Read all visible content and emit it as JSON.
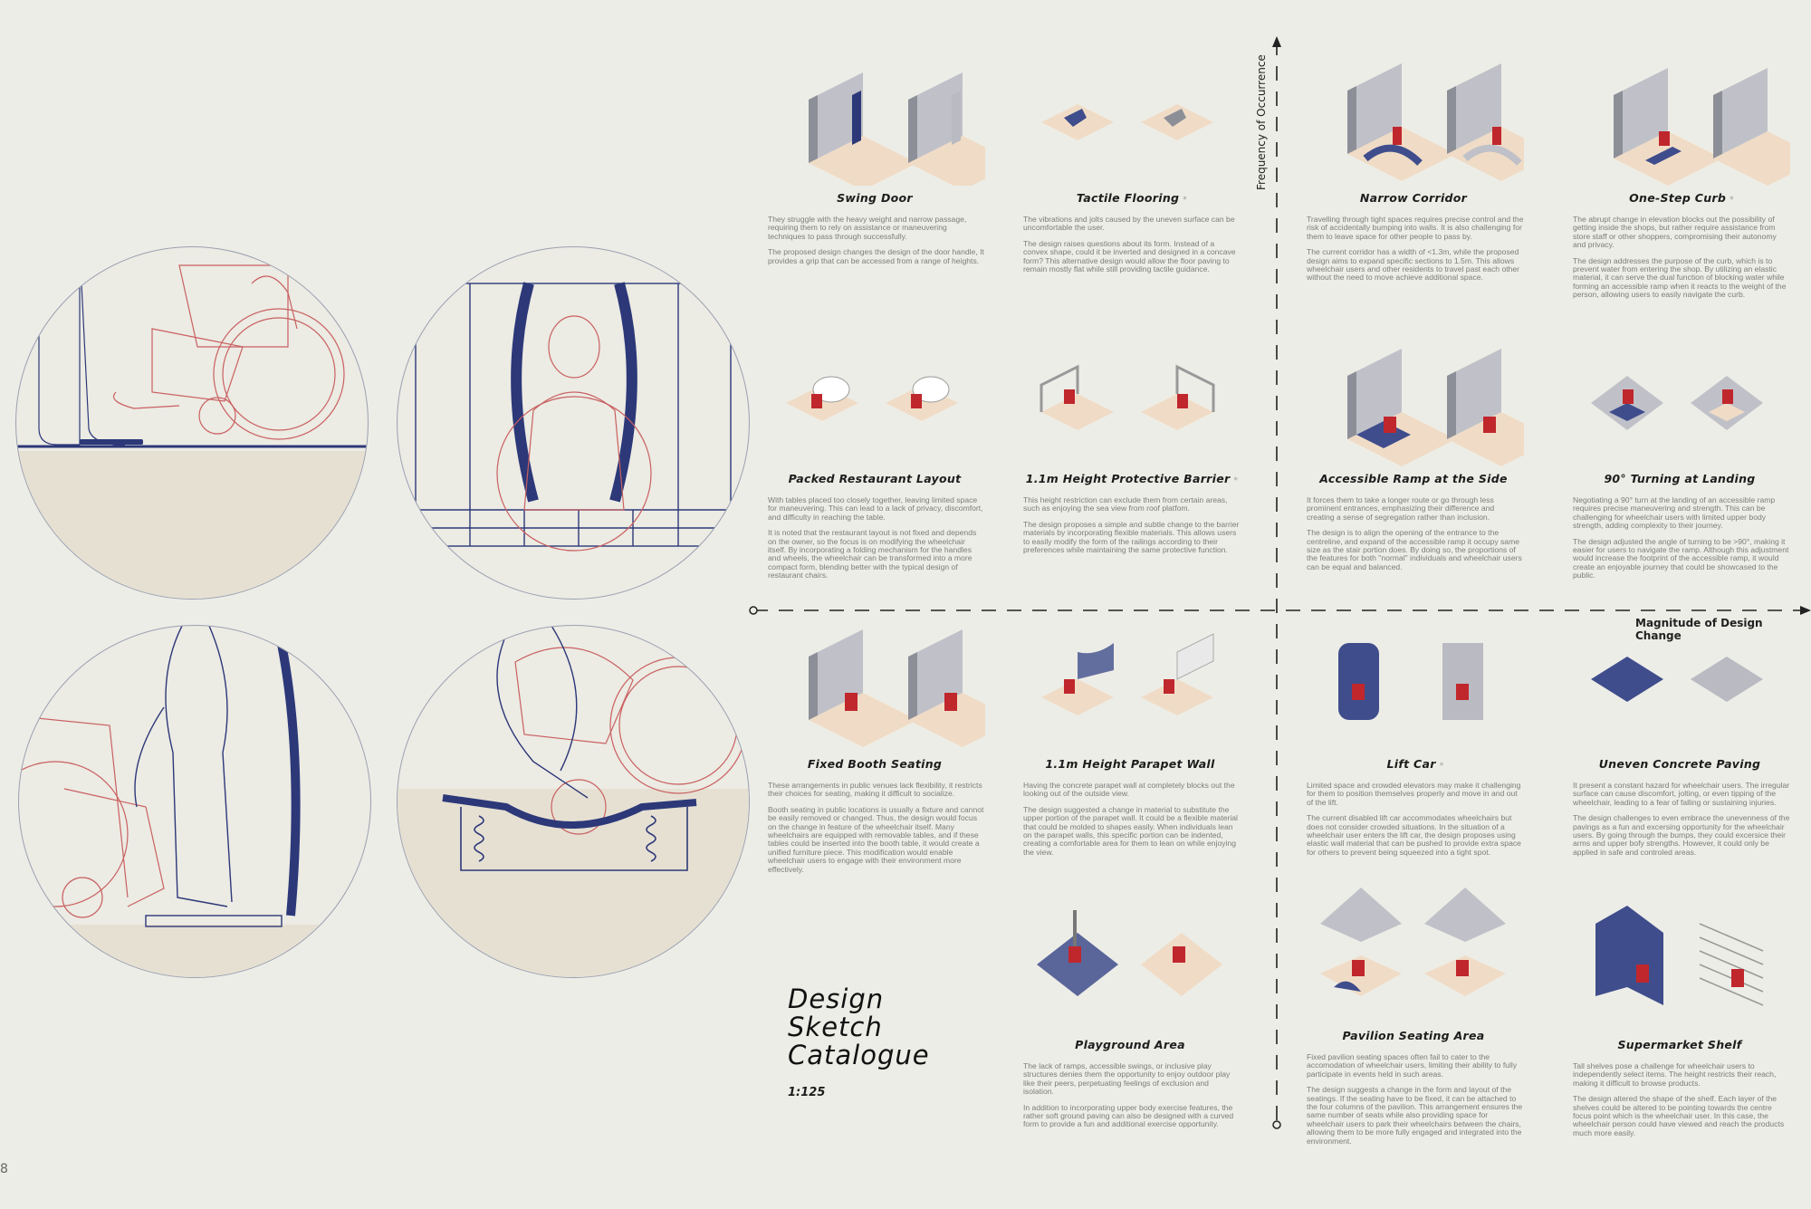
{
  "page": {
    "page_number": "8",
    "title_lines": [
      "Design",
      "Sketch",
      "Catalogue"
    ],
    "scale": "1:125"
  },
  "axes": {
    "y_label": "Frequency of Occurrence",
    "x_label": "Magnitude of Design Change"
  },
  "colors": {
    "background": "#edede7",
    "floor": "#f0dcc6",
    "wall": "#b9bac2",
    "accent_blue": "#3f4d8c",
    "accent_red": "#c0272d",
    "sketch_red": "#c96060",
    "sketch_blue": "#2c3878"
  },
  "sketches": [
    {
      "name": "wheelchair-at-tactile-floor"
    },
    {
      "name": "flexible-barrier-front"
    },
    {
      "name": "parapet-lean"
    },
    {
      "name": "concave-paving-section"
    }
  ],
  "items": [
    {
      "title": "Swing Door",
      "star": "",
      "p1": "They struggle with the heavy weight and narrow passage, requiring them to rely on assistance or maneuvering techniques to pass through successfully.",
      "p2": "The proposed design changes the design of the door handle, It provides a grip that can be accessed from a range of heights."
    },
    {
      "title": "Tactile Flooring",
      "star": "*",
      "p1": "The vibrations and jolts caused by the uneven surface can be uncomfortable the user.",
      "p2": "The design raises questions about its form. Instead of a convex shape, could it be inverted and designed in a concave form? This alternative design would allow the floor paving to remain mostly flat while still providing tactile guidance."
    },
    {
      "title": "Narrow Corridor",
      "star": "",
      "p1": "Travelling through tight spaces requires precise control and the risk of accidentally bumping into walls.  It is also challenging for them to leave space for other people to pass by.",
      "p2": "The current corridor has a width of <1.3m, while the proposed design aims to expand specific sections to 1.5m. This allows wheelchair users and other residents to travel past each other without the need to move achieve additional space."
    },
    {
      "title": "One-Step Curb",
      "star": "*",
      "p1": "The abrupt change in elevation blocks out the possibility of getting inside the shops, but rather require assistance from store staff or other shoppers, compromising their autonomy and privacy.",
      "p2": "The design addresses the purpose of the curb, which is to prevent water from entering the shop. By utilizing an elastic material, it can serve the dual function of blocking water while forming an accessible ramp when it reacts to the weight of the person, allowing users to easily navigate the curb."
    },
    {
      "title": "Packed Restaurant Layout",
      "star": "",
      "p1": "With tables placed too closely together, leaving limited space for maneuvering. This can lead to a lack of privacy, discomfort, and difficulty in reaching the table.",
      "p2": "It is noted that the restaurant layout is not fixed and depends on the owner, so the focus is on modifying the wheelchair itself. By incorporating a folding mechanism for the handles and wheels, the wheelchair can be transformed into a more compact form, blending better with the typical design of restaurant chairs."
    },
    {
      "title": "1.1m Height Protective Barrier",
      "star": "*",
      "p1": "This height restriction can exclude them from certain areas, such as enjoying the sea view from roof platfom.",
      "p2": "The design proposes a simple and subtle change to the barrier materials by incorporating flexible materials. This allows users to easily modify the form of the railings according to their preferences while maintaining the same protective function."
    },
    {
      "title": "Accessible Ramp at the Side",
      "star": "",
      "p1": "It forces them to take a longer route or go through less prominent entrances, emphasizing their difference and creating a sense of segregation rather than inclusion.",
      "p2": "The design is to align the opening of the entrance to the centreline, and expand of the accessible ramp it occupy same size as the stair portion does.  By doing so, the proportions of the features for both \"normal\" individuals and wheelchair users can be equal and balanced."
    },
    {
      "title": "90° Turning at Landing",
      "star": "",
      "p1": "Negotiating a 90° turn at the landing of an accessible ramp requires precise maneuvering and strength. This can be challenging for wheelchair users with limited upper body strength, adding complexity to their journey.",
      "p2": "The design adjusted the angle of turning to be >90°, making it easier for users to navigate the ramp. Although this adjustment would increase the footprint of the accessible ramp, it would create an enjoyable journey that could be showcased to the public."
    },
    {
      "title": "Fixed Booth Seating",
      "star": "",
      "p1": "These arrangements in public venues lack flexibility, it restricts their choices for seating, making it difficult to socialize.",
      "p2": "Booth seating in public locations is usually a fixture and cannot be easily removed or changed.  Thus, the design would focus on the change in feature of the wheelchair itself.  Many wheelchairs are equipped with removable tables, and if these tables could be inserted into the booth table, it would create a unified furniture piece. This modification would enable wheelchair users to engage with their environment more effectively."
    },
    {
      "title": "1.1m Height Parapet Wall",
      "star": "",
      "p1": "Having the concrete parapet wall at completely blocks out the looking out of the outside view.",
      "p2": "The design suggested a change in material to substitute the upper portion of the parapet wall. It could be a flexible material that could be molded to shapes easily.  When individuals lean on the parapet walls, this specific portion can be indented, creating a comfortable area for them to lean on while enjoying the view."
    },
    {
      "title": "Lift Car",
      "star": "*",
      "p1": "Limited space and crowded elevators may make it challenging for them to position themselves properly and move in and out of the lift.",
      "p2": "The current disabled lift car accommodates wheelchairs but does not consider crowded situations. In the situation of a wheelchair user enters the lift car, the design proposes using elastic wall material that can be pushed to provide extra space for others to prevent being squeezed into a tight spot."
    },
    {
      "title": "Uneven Concrete Paving",
      "star": "",
      "p1": "It present a constant hazard for wheelchair users. The irregular surface can cause discomfort, jolting, or even tipping of the wheelchair, leading to a fear of falling or sustaining injuries.",
      "p2": "The design challenges to even embrace the unevenness of the pavings as a fun and excersing opportunity for the wheelchair users.  By going through the bumps, they could excersice their arms and upper bofy strengths.  However, it could only be applied in safe and controled areas."
    },
    {
      "title": "Playground Area",
      "star": "",
      "p1": "The lack of ramps, accessible swings, or inclusive play structures denies them the opportunity to enjoy outdoor play like their peers, perpetuating feelings of exclusion and isolation.",
      "p2": "In addition to incorporating upper body exercise features, the rather soft ground paving can also be designed with a curved form to provide a fun and additional exercise opportunity."
    },
    {
      "title": "Pavilion Seating Area",
      "star": "",
      "p1": "Fixed pavilion seating spaces often fail to cater to the accomodation of wheelchair users, limiting their ability to fully participate in events held in such areas.",
      "p2": "The design suggests a change in the form and layout of the seatings.  If the seating have to be fixed, it can be attached to the four columns of the pavilion. This arrangement ensures the same number of seats while also providing space for wheelchair users to park their wheelchairs between the chairs, allowing them to be more fully engaged and integrated into the environment."
    },
    {
      "title": "Supermarket Shelf",
      "star": "",
      "p1": "Tall  shelves pose a challenge for wheelchair users to independently select items. The height restricts their reach, making it difficult to browse products.",
      "p2": "The design altered the shape of the shelf.  Each layer of the shelves could be altered to be pointing towards the centre focus point which is the wheelchair user.  In this case, the wheelchair person could have viewed and reach the products much more easily."
    }
  ]
}
